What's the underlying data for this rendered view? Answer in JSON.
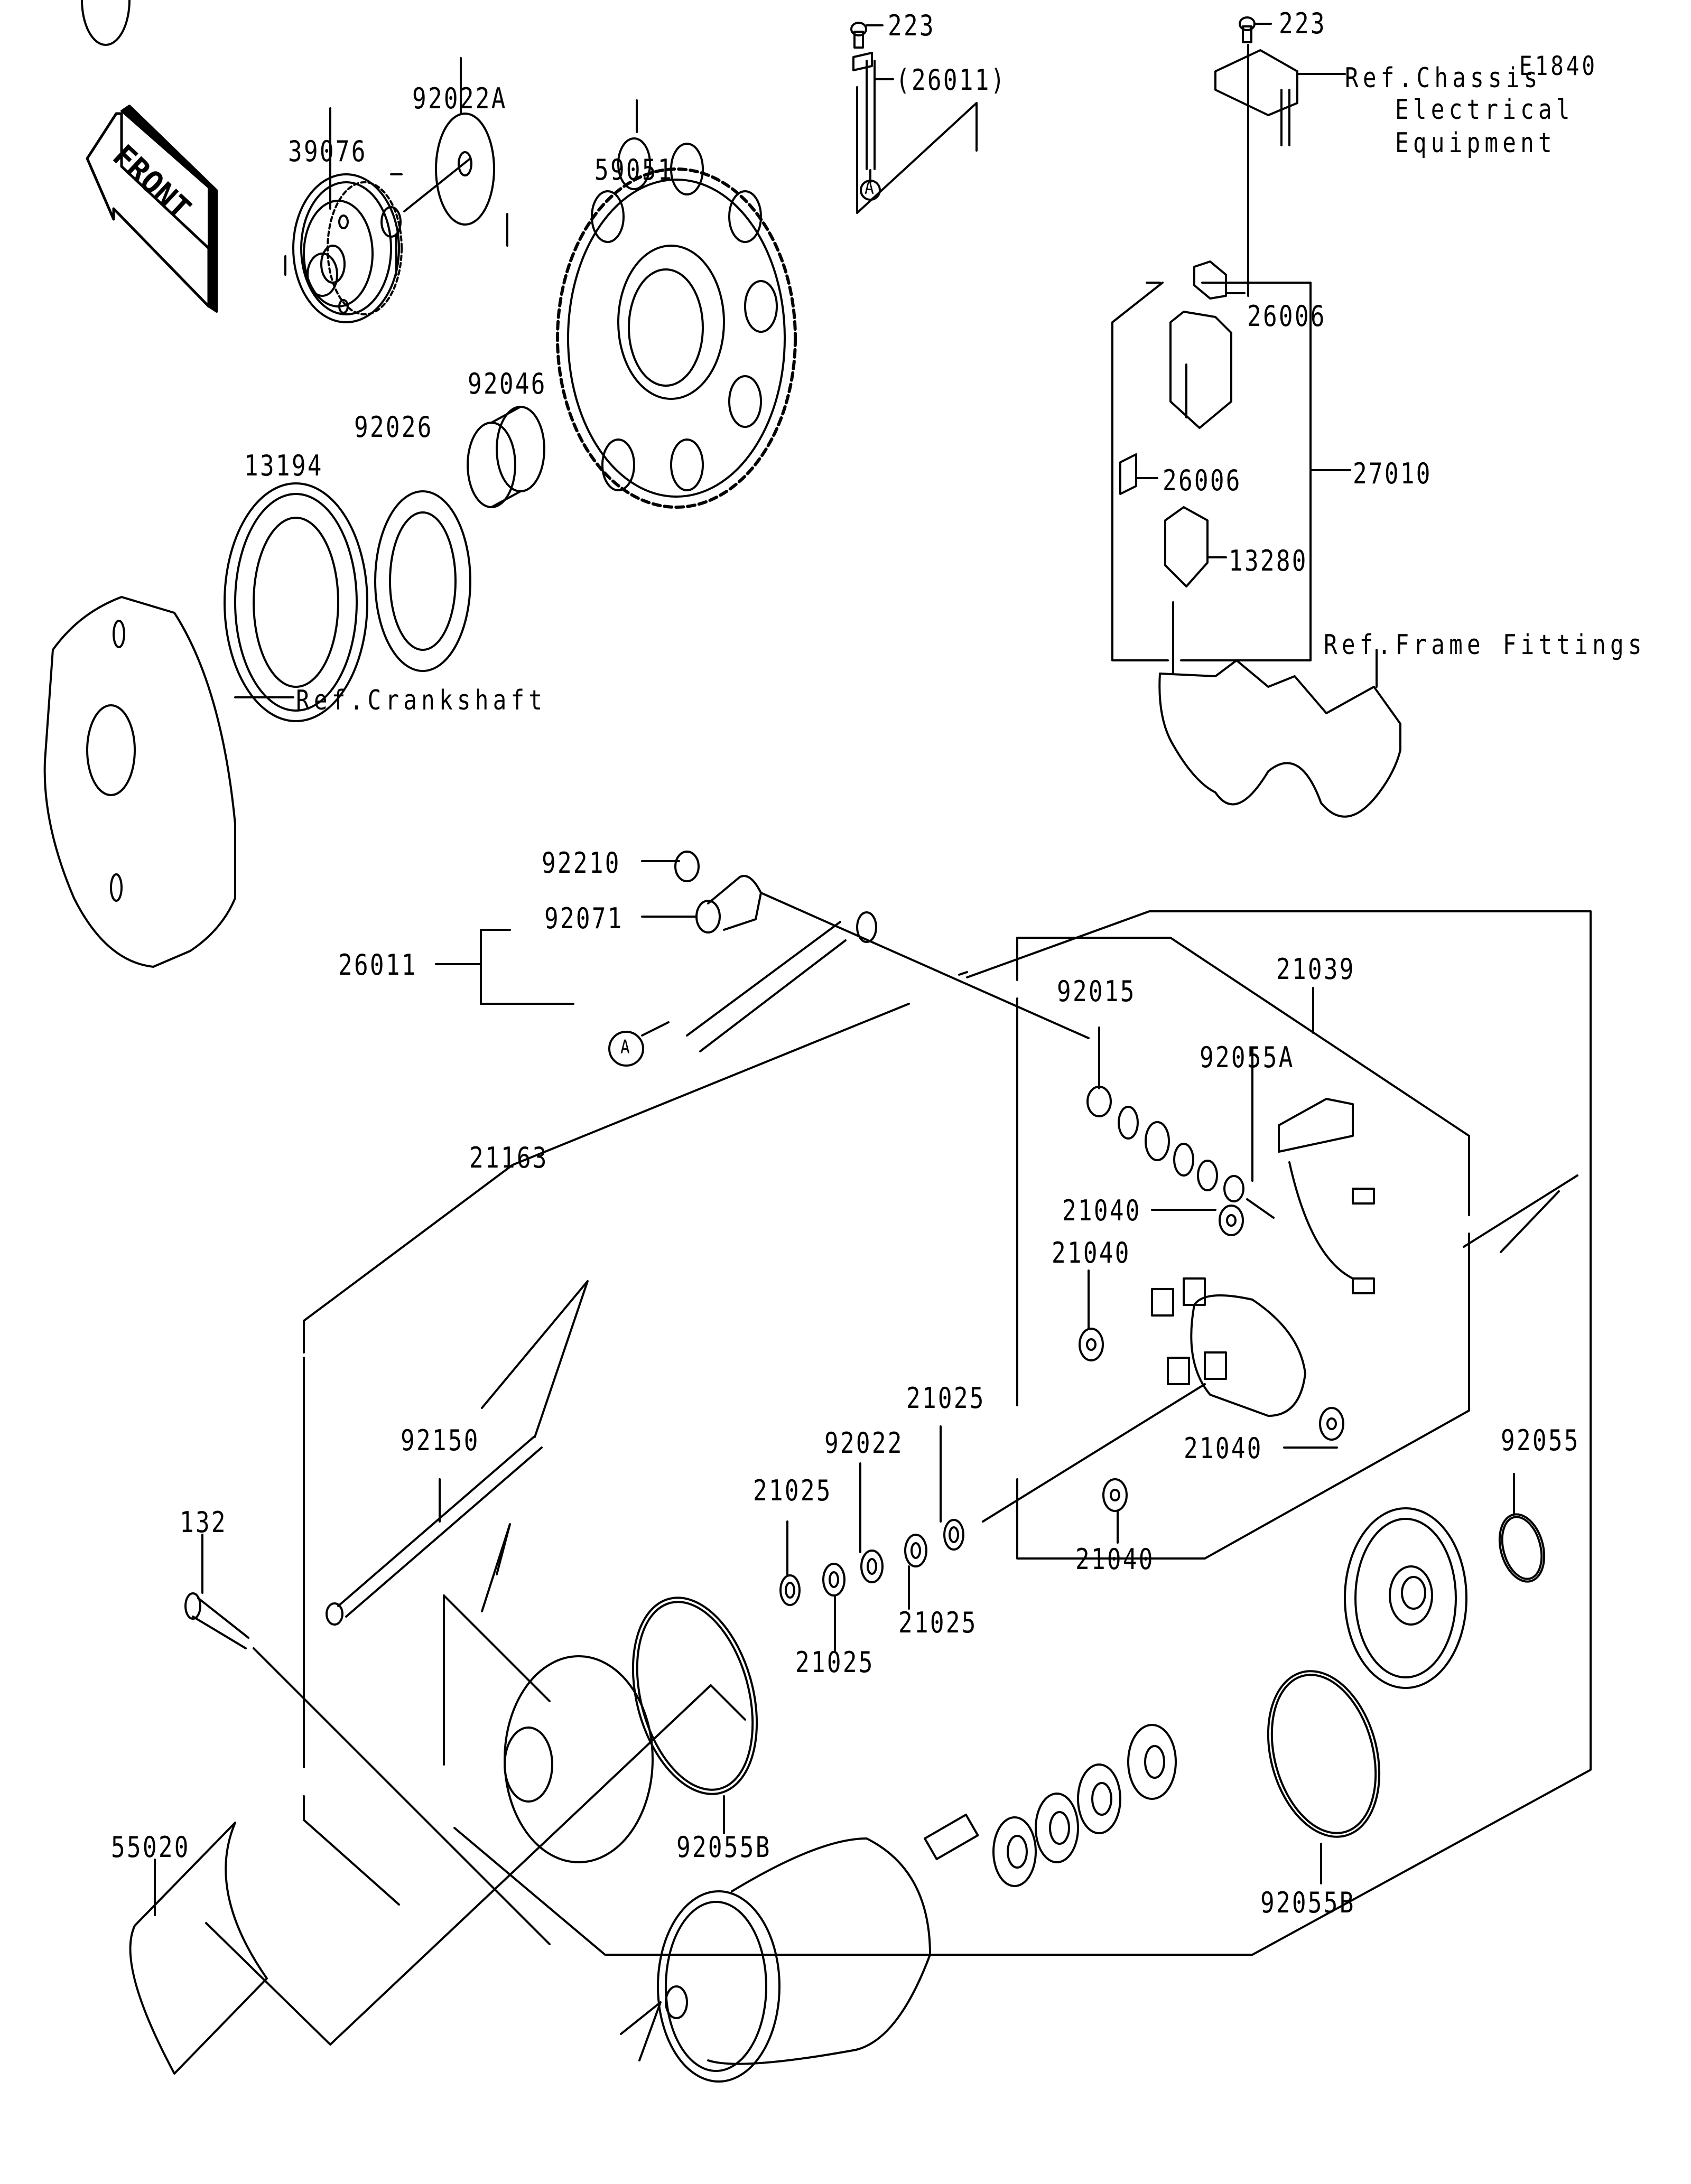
{
  "diagram": {
    "code": "E1840",
    "direction_marker": "FRONT",
    "line_color": "#000000",
    "background": "#ffffff",
    "callout_A": "A",
    "labels": {
      "bolt_223_left": "223",
      "bolt_223_right": "223",
      "lead_26011_paren": "(26011)",
      "ref_chassis_1": "Ref.Chassis",
      "ref_chassis_2": "Electrical",
      "ref_chassis_3": "Equipment",
      "washer_92022A": "92022A",
      "gear_39076": "39076",
      "gear_59051": "59051",
      "fuse_26006_top": "26006",
      "relay_27010": "27010",
      "fuse_26006_mid": "26006",
      "bearing_92046": "92046",
      "washer_92026": "92026",
      "clutch_13194": "13194",
      "case_13280": "13280",
      "ref_crankshaft": "Ref.Crankshaft",
      "ref_frame": "Ref.Frame Fittings",
      "nut_92210": "92210",
      "cap_92071": "92071",
      "lead_26011": "26011",
      "brush_21039": "21039",
      "nut_92015": "92015",
      "oring_92055A": "92055A",
      "motor_21163": "21163",
      "spring_21040_a": "21040",
      "spring_21040_b": "21040",
      "shim_21025_a": "21025",
      "washer_92022": "92022",
      "shim_21025_b": "21025",
      "spring_21040_c": "21040",
      "oring_92055": "92055",
      "bolt_92150": "92150",
      "bolt_132": "132",
      "shim_21025_c": "21025",
      "spring_21040_d": "21040",
      "shim_21025_d": "21025",
      "oring_92055B_left": "92055B",
      "oring_92055B_right": "92055B",
      "cover_55020": "55020"
    }
  }
}
